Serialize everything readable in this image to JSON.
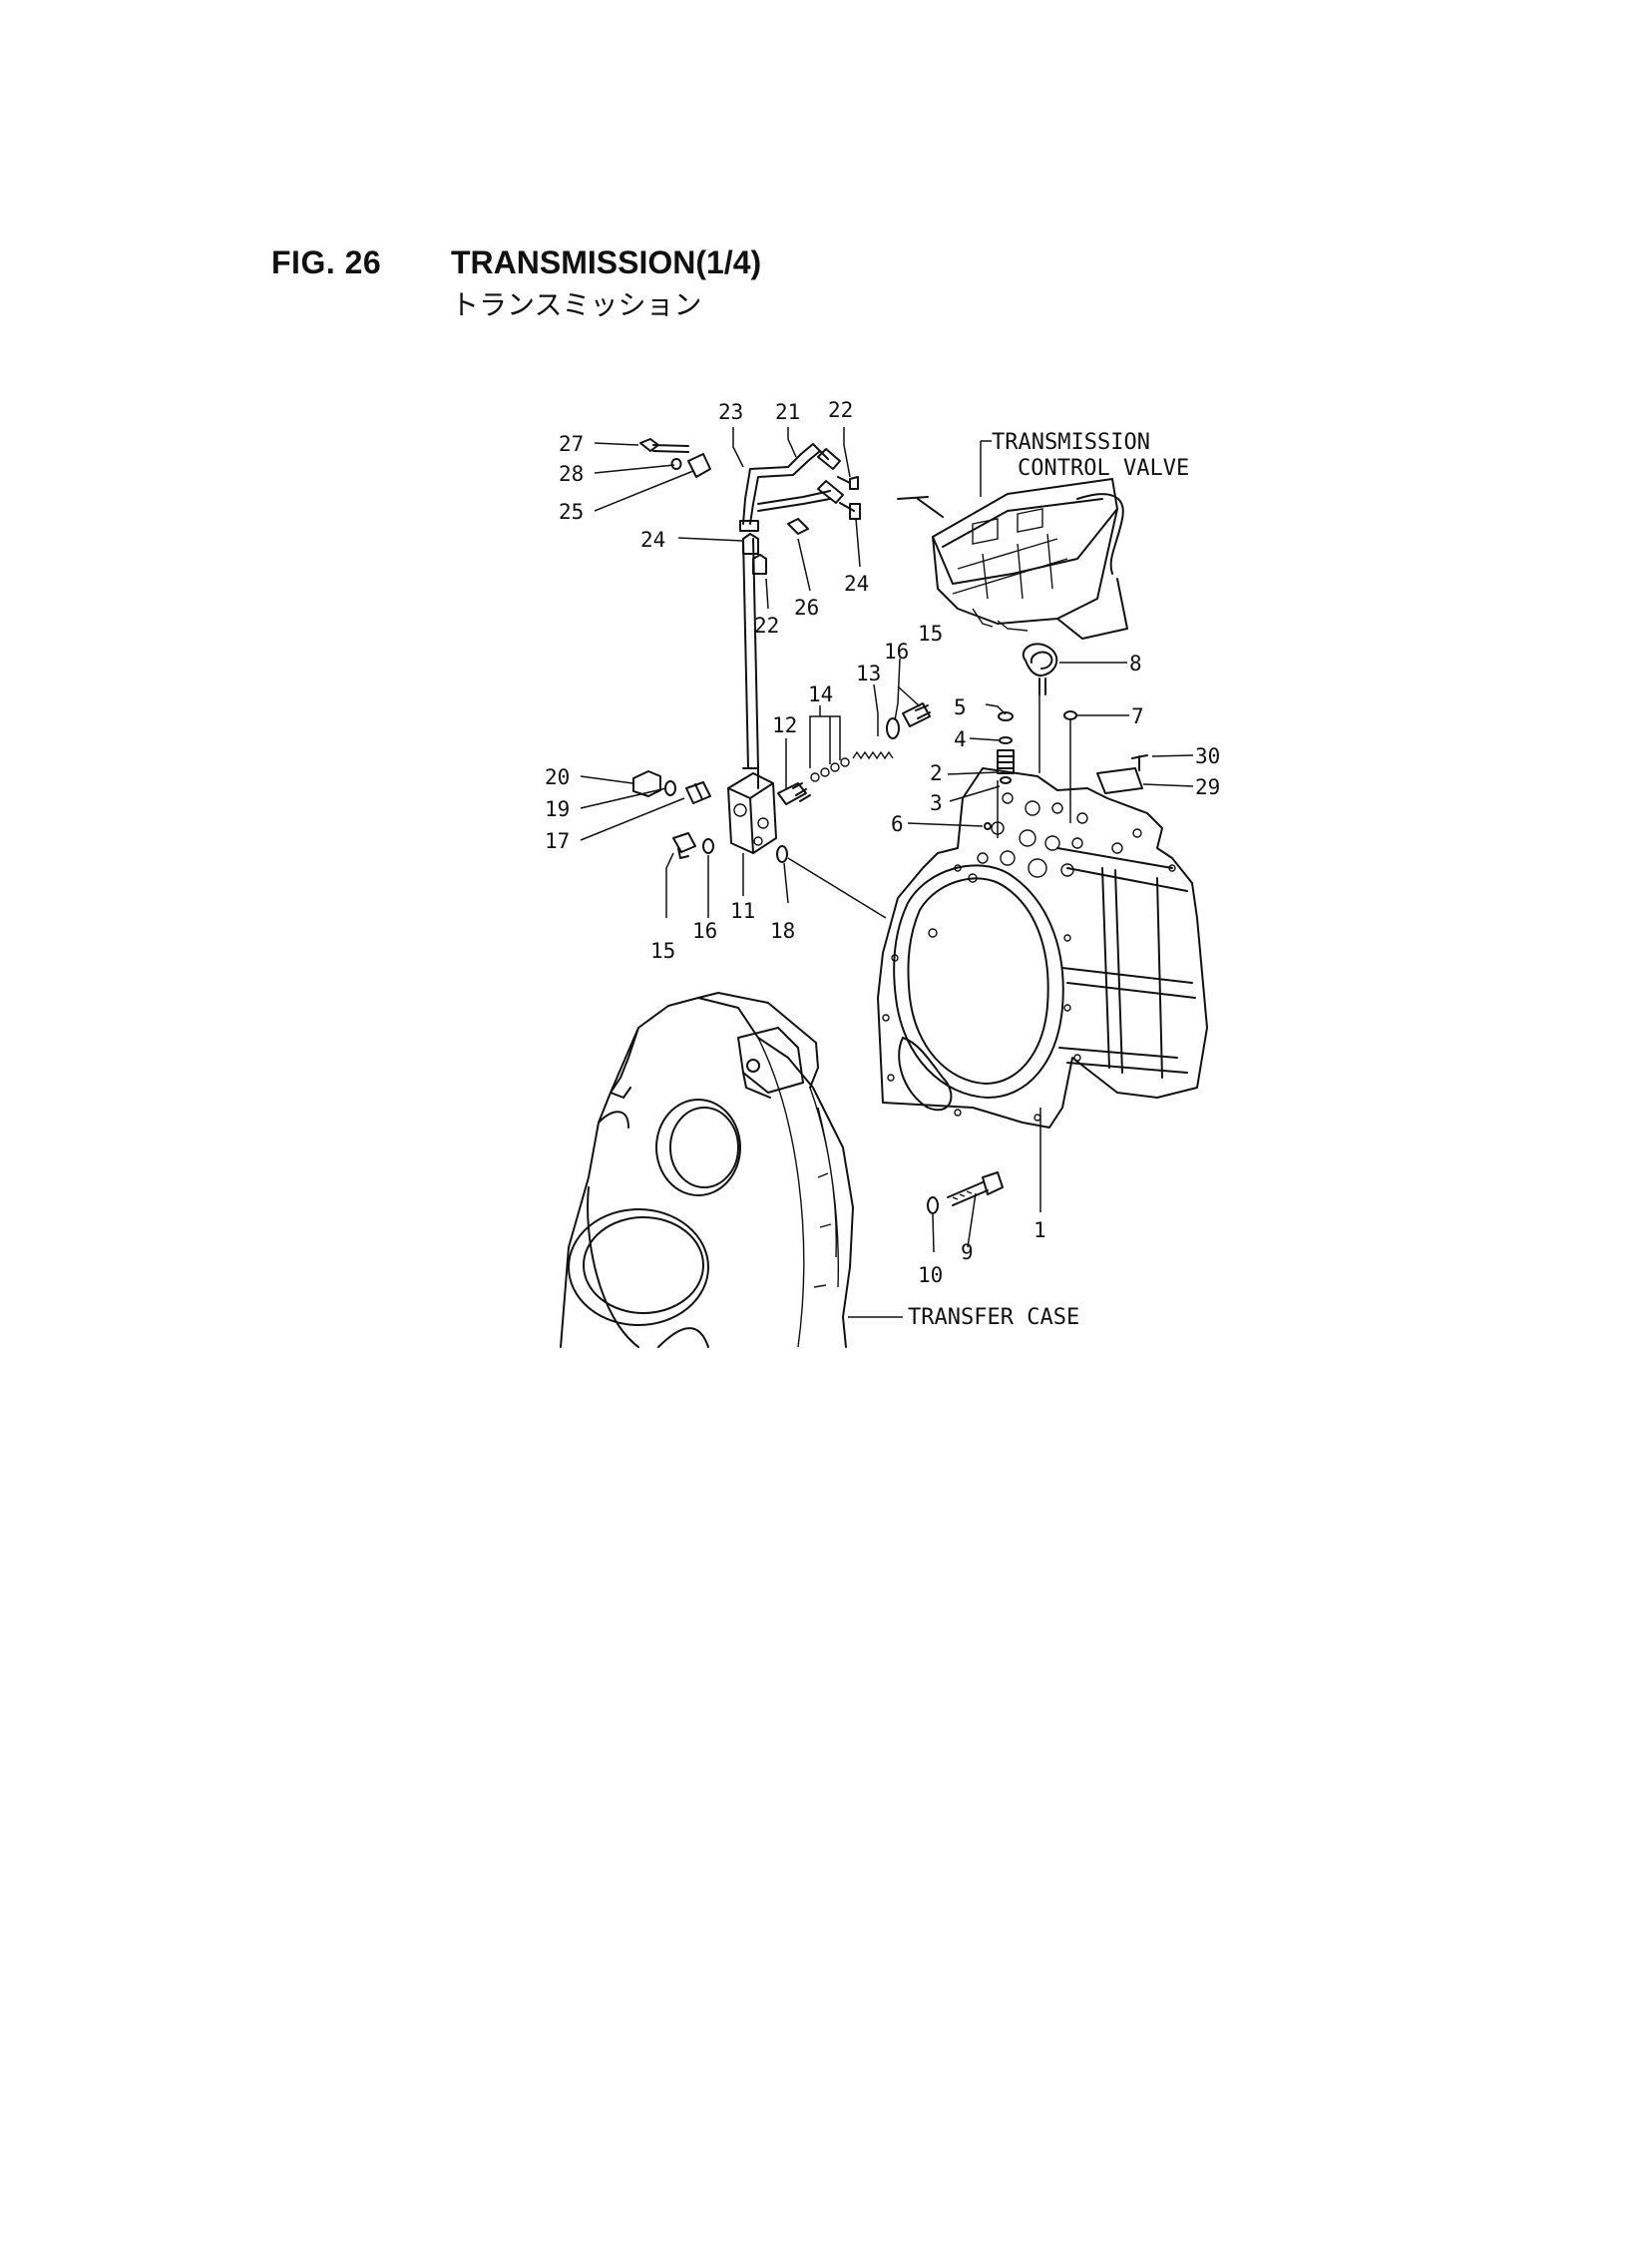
{
  "header": {
    "fig_label": "FIG. 26",
    "title": "TRANSMISSION(1/4)",
    "subtitle": "トランスミッション"
  },
  "diagram": {
    "annotations": {
      "control_valve_line1": "TRANSMISSION",
      "control_valve_line2": "CONTROL VALVE",
      "transfer_case": "TRANSFER CASE"
    },
    "callouts": [
      {
        "id": "c27a",
        "text": "27"
      },
      {
        "id": "c28a",
        "text": "28"
      },
      {
        "id": "c25a",
        "text": "25"
      },
      {
        "id": "c23a",
        "text": "23"
      },
      {
        "id": "c21a",
        "text": "21"
      },
      {
        "id": "c22a",
        "text": "22"
      },
      {
        "id": "c24a",
        "text": "24"
      },
      {
        "id": "c22b",
        "text": "22"
      },
      {
        "id": "c26a",
        "text": "26"
      },
      {
        "id": "c24b",
        "text": "24"
      },
      {
        "id": "c16a",
        "text": "16"
      },
      {
        "id": "c15a",
        "text": "15"
      },
      {
        "id": "c13a",
        "text": "13"
      },
      {
        "id": "c14a",
        "text": "14"
      },
      {
        "id": "c12a",
        "text": "12"
      },
      {
        "id": "c8a",
        "text": "8"
      },
      {
        "id": "c5a",
        "text": "5"
      },
      {
        "id": "c4a",
        "text": "4"
      },
      {
        "id": "c7a",
        "text": "7"
      },
      {
        "id": "c30a",
        "text": "30"
      },
      {
        "id": "c29a",
        "text": "29"
      },
      {
        "id": "c2a",
        "text": "2"
      },
      {
        "id": "c3a",
        "text": "3"
      },
      {
        "id": "c6a",
        "text": "6"
      },
      {
        "id": "c20a",
        "text": "20"
      },
      {
        "id": "c19a",
        "text": "19"
      },
      {
        "id": "c17a",
        "text": "17"
      },
      {
        "id": "c15b",
        "text": "15"
      },
      {
        "id": "c16b",
        "text": "16"
      },
      {
        "id": "c11a",
        "text": "11"
      },
      {
        "id": "c18a",
        "text": "18"
      },
      {
        "id": "c1a",
        "text": "1"
      },
      {
        "id": "c10a",
        "text": "10"
      },
      {
        "id": "c9a",
        "text": "9"
      }
    ]
  }
}
